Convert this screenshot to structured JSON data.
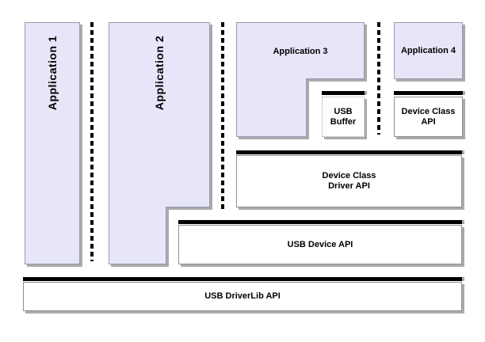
{
  "blocks": {
    "application_1": "Application 1",
    "application_2": "Application 2",
    "application_3": "Application 3",
    "application_4": "Application 4",
    "usb_buffer": "USB\nBuffer",
    "device_class_api": "Device Class\nAPI",
    "device_class_driver_api": "Device Class\nDriver API",
    "usb_device_api": "USB Device API",
    "usb_driverlib_api": "USB DriverLib API"
  },
  "colors": {
    "app_fill": "#e6e6f8",
    "app_border": "#9a9ab0",
    "box_border": "#909090",
    "dot_border": "#a0a0a0",
    "bar_color": "#000000",
    "shadow_color": "#aaaaaa",
    "background": "#ffffff",
    "text_color": "#000000"
  }
}
